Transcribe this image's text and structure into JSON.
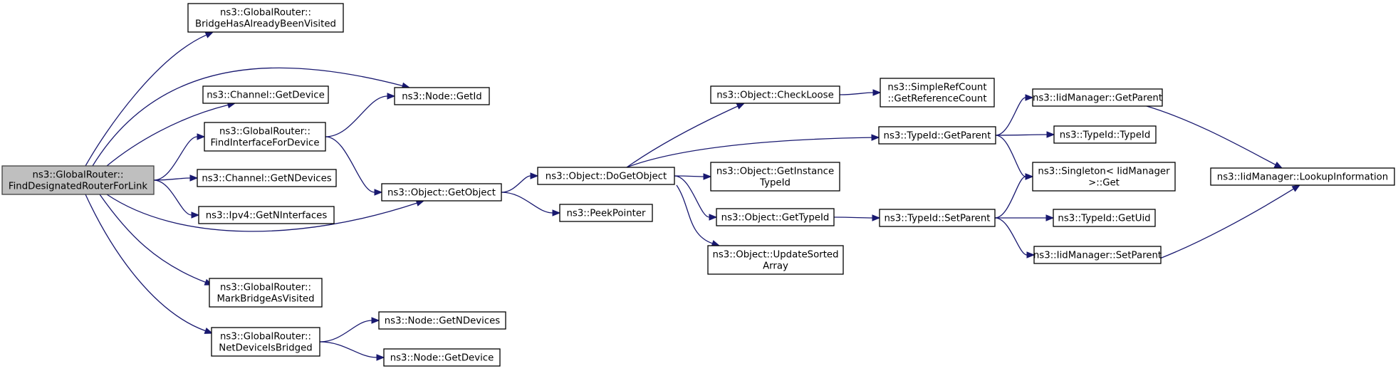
{
  "diagram": {
    "nodes": [
      {
        "id": "root",
        "lines": [
          "ns3::GlobalRouter::",
          "FindDesignatedRouterForLink"
        ],
        "root": true
      },
      {
        "id": "bridgeVisited",
        "lines": [
          "ns3::GlobalRouter::",
          "BridgeHasAlreadyBeenVisited"
        ]
      },
      {
        "id": "chanGetDevice",
        "lines": [
          "ns3::Channel::GetDevice"
        ]
      },
      {
        "id": "findIface",
        "lines": [
          "ns3::GlobalRouter::",
          "FindInterfaceForDevice"
        ]
      },
      {
        "id": "chanGetN",
        "lines": [
          "ns3::Channel::GetNDevices"
        ]
      },
      {
        "id": "ipv4GetN",
        "lines": [
          "ns3::Ipv4::GetNInterfaces"
        ]
      },
      {
        "id": "markBridge",
        "lines": [
          "ns3::GlobalRouter::",
          "MarkBridgeAsVisited"
        ]
      },
      {
        "id": "netDevBridged",
        "lines": [
          "ns3::GlobalRouter::",
          "NetDeviceIsBridged"
        ]
      },
      {
        "id": "nodeGetId",
        "lines": [
          "ns3::Node::GetId"
        ]
      },
      {
        "id": "getObject",
        "lines": [
          "ns3::Object::GetObject"
        ]
      },
      {
        "id": "nodeGetN",
        "lines": [
          "ns3::Node::GetNDevices"
        ]
      },
      {
        "id": "nodeGetDevice",
        "lines": [
          "ns3::Node::GetDevice"
        ]
      },
      {
        "id": "doGetObject",
        "lines": [
          "ns3::Object::DoGetObject"
        ]
      },
      {
        "id": "peekPointer",
        "lines": [
          "ns3::PeekPointer"
        ]
      },
      {
        "id": "checkLoose",
        "lines": [
          "ns3::Object::CheckLoose"
        ]
      },
      {
        "id": "getInstTid",
        "lines": [
          "ns3::Object::GetInstance",
          "TypeId"
        ]
      },
      {
        "id": "getTypeId",
        "lines": [
          "ns3::Object::GetTypeId"
        ]
      },
      {
        "id": "updateSorted",
        "lines": [
          "ns3::Object::UpdateSorted",
          "Array"
        ]
      },
      {
        "id": "refCount",
        "lines": [
          "ns3::SimpleRefCount",
          "::GetReferenceCount"
        ]
      },
      {
        "id": "tidGetParent",
        "lines": [
          "ns3::TypeId::GetParent"
        ]
      },
      {
        "id": "tidSetParent",
        "lines": [
          "ns3::TypeId::SetParent"
        ]
      },
      {
        "id": "iidGetParent",
        "lines": [
          "ns3::IidManager::GetParent"
        ]
      },
      {
        "id": "tidTypeId",
        "lines": [
          "ns3::TypeId::TypeId"
        ]
      },
      {
        "id": "singletonGet",
        "lines": [
          "ns3::Singleton< IidManager",
          " >::Get"
        ]
      },
      {
        "id": "tidGetUid",
        "lines": [
          "ns3::TypeId::GetUid"
        ]
      },
      {
        "id": "iidSetParent",
        "lines": [
          "ns3::IidManager::SetParent"
        ]
      },
      {
        "id": "lookupInfo",
        "lines": [
          "ns3::IidManager::LookupInformation"
        ]
      }
    ],
    "edges": [
      {
        "from": "root",
        "to": "bridgeVisited"
      },
      {
        "from": "root",
        "to": "nodeGetId"
      },
      {
        "from": "root",
        "to": "chanGetDevice"
      },
      {
        "from": "root",
        "to": "findIface"
      },
      {
        "from": "root",
        "to": "chanGetN"
      },
      {
        "from": "root",
        "to": "ipv4GetN"
      },
      {
        "from": "root",
        "to": "getObject"
      },
      {
        "from": "root",
        "to": "markBridge"
      },
      {
        "from": "root",
        "to": "netDevBridged"
      },
      {
        "from": "findIface",
        "to": "nodeGetId"
      },
      {
        "from": "findIface",
        "to": "getObject"
      },
      {
        "from": "netDevBridged",
        "to": "nodeGetN"
      },
      {
        "from": "netDevBridged",
        "to": "nodeGetDevice"
      },
      {
        "from": "getObject",
        "to": "doGetObject"
      },
      {
        "from": "getObject",
        "to": "peekPointer"
      },
      {
        "from": "doGetObject",
        "to": "checkLoose"
      },
      {
        "from": "doGetObject",
        "to": "tidGetParent"
      },
      {
        "from": "doGetObject",
        "to": "getInstTid"
      },
      {
        "from": "doGetObject",
        "to": "getTypeId"
      },
      {
        "from": "doGetObject",
        "to": "updateSorted"
      },
      {
        "from": "checkLoose",
        "to": "refCount"
      },
      {
        "from": "getTypeId",
        "to": "tidSetParent"
      },
      {
        "from": "tidGetParent",
        "to": "iidGetParent"
      },
      {
        "from": "tidGetParent",
        "to": "tidTypeId"
      },
      {
        "from": "tidGetParent",
        "to": "singletonGet"
      },
      {
        "from": "tidSetParent",
        "to": "singletonGet"
      },
      {
        "from": "tidSetParent",
        "to": "tidGetUid"
      },
      {
        "from": "tidSetParent",
        "to": "iidSetParent"
      },
      {
        "from": "iidGetParent",
        "to": "lookupInfo"
      },
      {
        "from": "iidSetParent",
        "to": "lookupInfo"
      }
    ]
  }
}
